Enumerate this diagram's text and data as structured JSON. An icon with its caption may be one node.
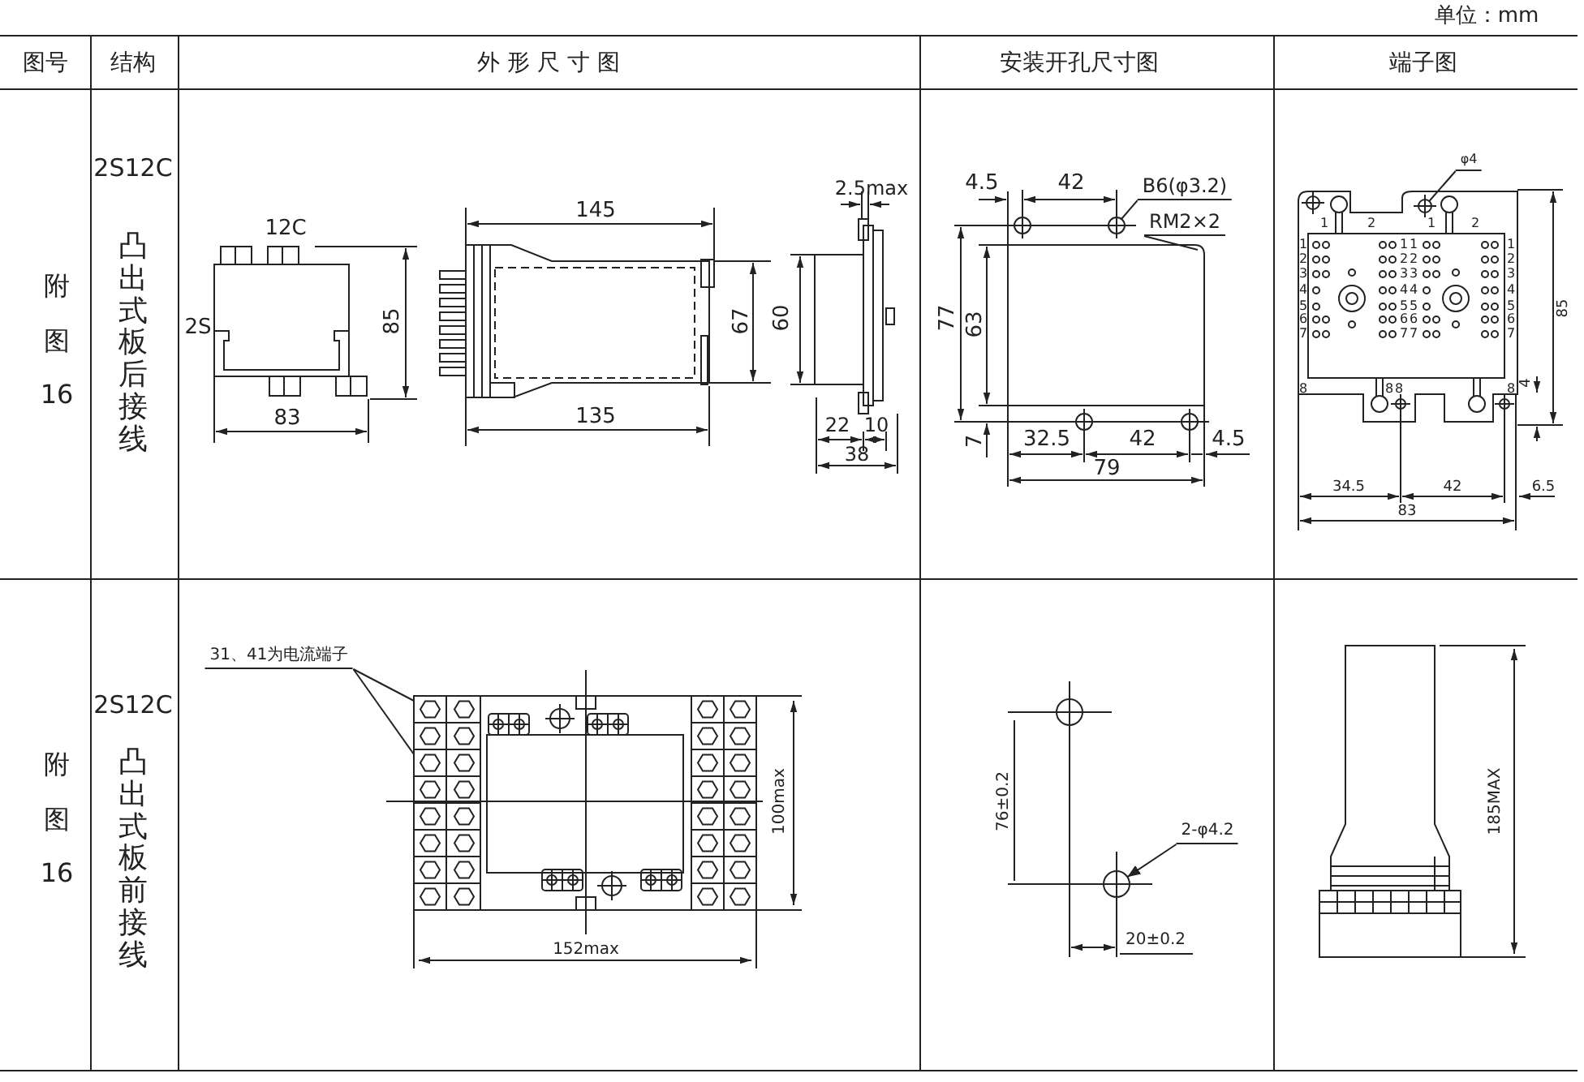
{
  "diagram": {
    "nodes": [
      {
        "text": [
          "B6(φ3.2)"
        ]
      },
      {
        "text": [],
        "shape": "picture"
      },
      {
        "text": [
          "RM2×2"
        ]
      },
      {
        "text": [
          "φ4"
        ]
      },
      {
        "text": [],
        "shape": "circle"
      },
      {
        "text": [
          "31、41为电流端子"
        ]
      },
      {
        "text": [],
        "shape": "box"
      },
      {
        "text": [],
        "shape": "box"
      },
      {
        "text": [
          "2-φ4.2"
        ]
      },
      {
        "text": [],
        "shape": "circle"
      }
    ],
    "edges": [
      {
        "from": 0,
        "to": 1,
        "arrow": "none"
      },
      {
        "from": 2,
        "to": 1,
        "arrow": "none"
      },
      {
        "from": 3,
        "to": 4,
        "arrow": "none"
      },
      {
        "from": 5,
        "to": 6,
        "arrow": "none"
      },
      {
        "from": 5,
        "to": 7,
        "arrow": "none"
      },
      {
        "from": 8,
        "to": 9,
        "arrow": "to"
      }
    ],
    "labels": [
      "单位：mm",
      "图号",
      "结构",
      "外 形 尺 寸 图",
      "安装开孔尺寸图",
      "端子图",
      "附图16",
      "2S12C",
      "凸出式板后接线",
      "12C",
      "2S",
      "85",
      "83",
      "145",
      "67",
      "135",
      "60",
      "2.5max",
      "22",
      "10",
      "38",
      "4.5",
      "42",
      "77",
      "63",
      "32.5",
      "42",
      "4.5",
      "7",
      "79",
      "1",
      "2",
      "1",
      "2",
      "1",
      "1",
      "1",
      "1",
      "2",
      "2",
      "2",
      "2",
      "3",
      "3",
      "3",
      "3",
      "4",
      "4",
      "4",
      "4",
      "5",
      "5",
      "5",
      "5",
      "6",
      "6",
      "6",
      "6",
      "7",
      "7",
      "7",
      "7",
      "8",
      "8",
      "8",
      "8",
      "85",
      "4",
      "34.5",
      "42",
      "6.5",
      "83",
      "附图16",
      "2S12C",
      "凸出式板前接线",
      "100max",
      "152max",
      "76±0.2",
      "20±0.2",
      "185MAX"
    ]
  }
}
